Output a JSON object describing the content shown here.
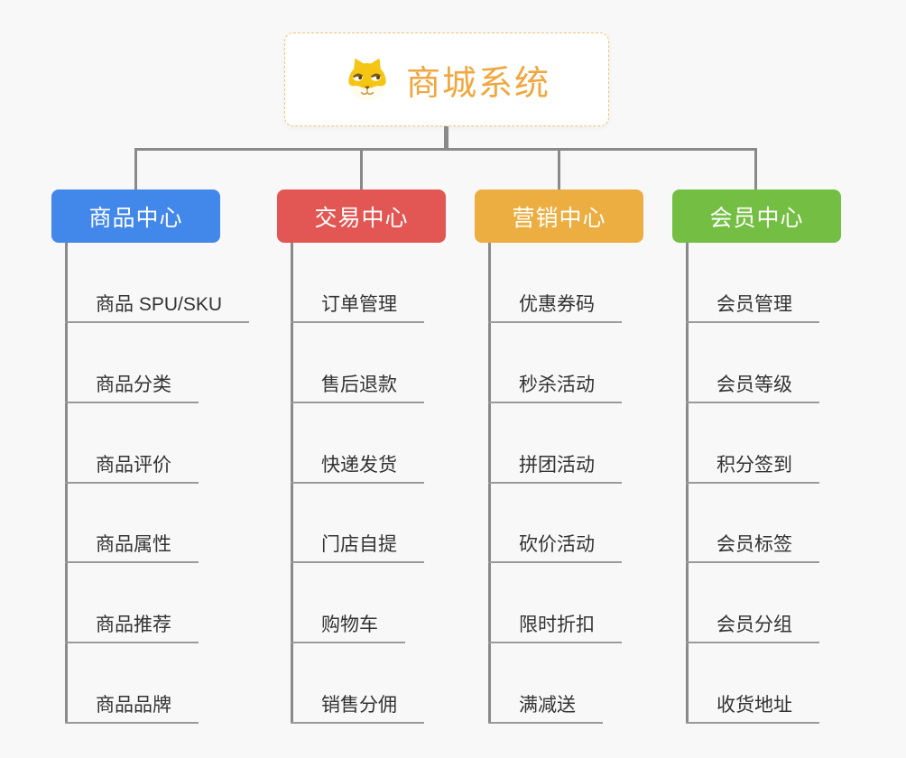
{
  "root": {
    "title": "商城系统",
    "icon": "doge-icon",
    "title_color": "#f0a73f",
    "border_color": "#f3c27a"
  },
  "colors": {
    "background": "#f8f8f8",
    "connector": "#8a8a8a",
    "underline": "#9a9a9a",
    "leaf_text": "#333333"
  },
  "branches": [
    {
      "label": "商品中心",
      "color": "#4287ea",
      "items": [
        "商品 SPU/SKU",
        "商品分类",
        "商品评价",
        "商品属性",
        "商品推荐",
        "商品品牌"
      ]
    },
    {
      "label": "交易中心",
      "color": "#e25754",
      "items": [
        "订单管理",
        "售后退款",
        "快递发货",
        "门店自提",
        "购物车",
        "销售分佣"
      ]
    },
    {
      "label": "营销中心",
      "color": "#ecae41",
      "items": [
        "优惠券码",
        "秒杀活动",
        "拼团活动",
        "砍价活动",
        "限时折扣",
        "满减送"
      ]
    },
    {
      "label": "会员中心",
      "color": "#74bf43",
      "items": [
        "会员管理",
        "会员等级",
        "积分签到",
        "会员标签",
        "会员分组",
        "收货地址"
      ]
    }
  ]
}
